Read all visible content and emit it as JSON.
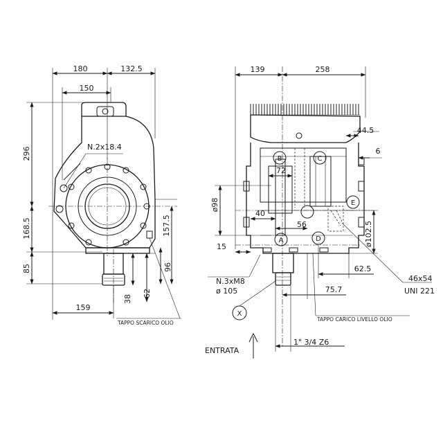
{
  "side_view": {
    "dimensions": {
      "top_width_left": "180",
      "top_width_right": "132.5",
      "top_inner_width": "150",
      "height_upper": "296",
      "height_lower": "168.5",
      "height_base": "85",
      "shaft_length": "157.5",
      "foot_height": "96",
      "shaft_offset_a": "38",
      "shaft_offset_b": "62",
      "bottom_width": "159"
    },
    "notes": {
      "bolt_holes": "N.2x18.4",
      "drain_plug": "TAPPO SCARICO OLIO"
    }
  },
  "front_view": {
    "dimensions": {
      "top_left": "139",
      "top_right": "258",
      "right_44": "44.5",
      "right_6": "6",
      "inner_72": "72",
      "bore_98": "ø98",
      "inner_40": "40",
      "inner_56": "56",
      "bore_102": "ø102.5",
      "left_15": "15",
      "bottom_62": "62.5",
      "bottom_75": "75.7",
      "flange_bolts": "N.3xM8",
      "flange_dia": "ø 105"
    },
    "markers": [
      "A",
      "B",
      "C",
      "D",
      "E",
      "X"
    ],
    "notes": {
      "fill_plug": "TAPPO CARICO LIVELLO OLIO",
      "outlet_size": "46x54",
      "outlet_std": "UNI 221",
      "inlet_thread": "1\" 3/4 Z6",
      "inlet_label": "ENTRATA"
    }
  }
}
